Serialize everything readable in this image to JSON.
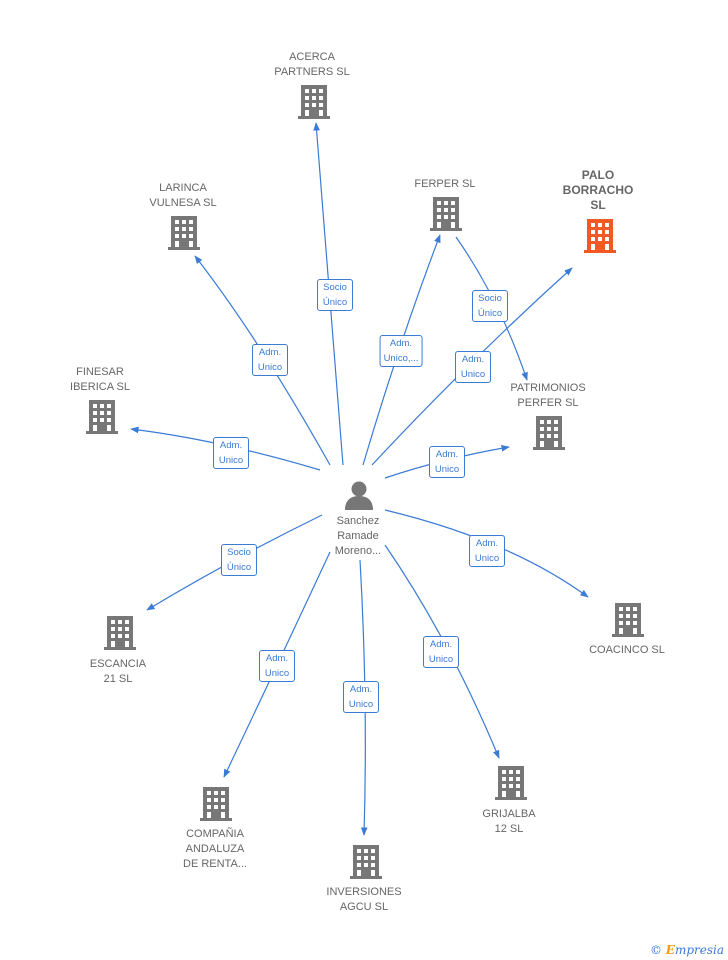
{
  "person": {
    "name": "Sanchez\nRamade\nMoreno..."
  },
  "colors": {
    "edge": "#3a7bd5",
    "building": "#777777",
    "highlight": "#f15a24"
  },
  "companies": [
    {
      "id": "acerca",
      "label": "ACERCA\nPARTNERS  SL",
      "highlight": false
    },
    {
      "id": "larinca",
      "label": "LARINCA\nVULNESA  SL",
      "highlight": false
    },
    {
      "id": "ferper",
      "label": "FERPER SL",
      "highlight": false
    },
    {
      "id": "palo",
      "label": "PALO\nBORRACHO\nSL",
      "highlight": true
    },
    {
      "id": "finesar",
      "label": "FINESAR\nIBERICA SL",
      "highlight": false
    },
    {
      "id": "patrimonios",
      "label": "PATRIMONIOS\nPERFER  SL",
      "highlight": false
    },
    {
      "id": "escancia",
      "label": "ESCANCIA\n21  SL",
      "highlight": false
    },
    {
      "id": "coacinco",
      "label": "COACINCO SL",
      "highlight": false
    },
    {
      "id": "compania",
      "label": "COMPAÑIA\nANDALUZA\nDE RENTA...",
      "highlight": false
    },
    {
      "id": "inversiones",
      "label": "INVERSIONES\nAGCU  SL",
      "highlight": false
    },
    {
      "id": "grijalba",
      "label": "GRIJALBA\n12  SL",
      "highlight": false
    }
  ],
  "edges": [
    {
      "to": "acerca",
      "label": "Socio\nÚnico"
    },
    {
      "to": "larinca",
      "label": "Adm.\nUnico"
    },
    {
      "to": "ferper",
      "label": "Adm.\nUnico,..."
    },
    {
      "to": "palo",
      "label": "Adm.\nUnico"
    },
    {
      "to": "finesar",
      "label": "Adm.\nUnico"
    },
    {
      "to": "patrimonios",
      "label": "Adm.\nUnico"
    },
    {
      "to": "escancia",
      "label": "Socio\nÚnico"
    },
    {
      "to": "coacinco",
      "label": "Adm.\nUnico"
    },
    {
      "to": "compania",
      "label": "Adm.\nUnico"
    },
    {
      "to": "inversiones",
      "label": "Adm.\nUnico"
    },
    {
      "to": "grijalba",
      "label": "Adm.\nUnico"
    },
    {
      "from": "ferper",
      "to": "patrimonios",
      "label": "Socio\nÚnico"
    }
  ],
  "footer": {
    "copyright": "©",
    "brand_initial": "E",
    "brand_rest": "mpresia"
  }
}
